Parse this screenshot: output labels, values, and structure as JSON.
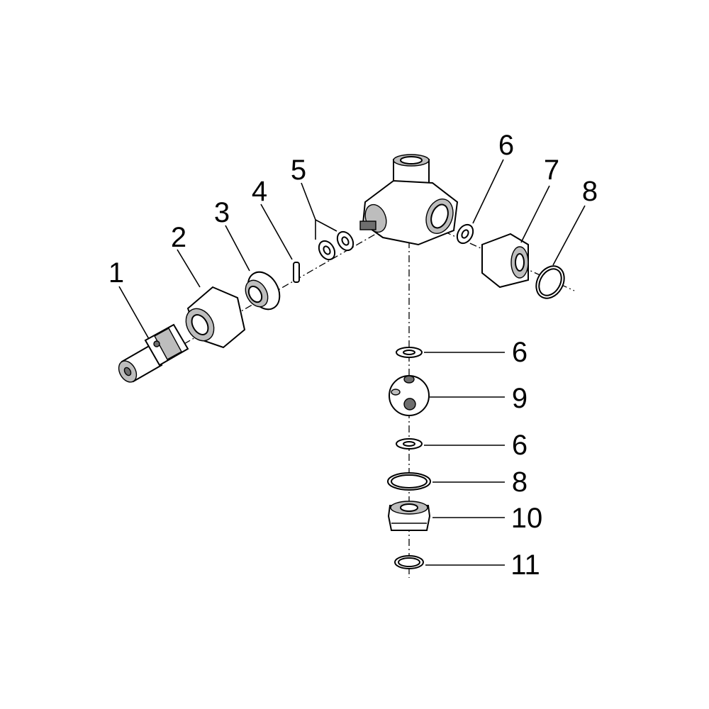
{
  "callouts": {
    "c1": "1",
    "c2": "2",
    "c3": "3",
    "c4": "4",
    "c5": "5",
    "c6_top": "6",
    "c7": "7",
    "c8_top": "8",
    "c6_a": "6",
    "c9": "9",
    "c6_b": "6",
    "c8_b": "8",
    "c10": "10",
    "c11": "11"
  }
}
